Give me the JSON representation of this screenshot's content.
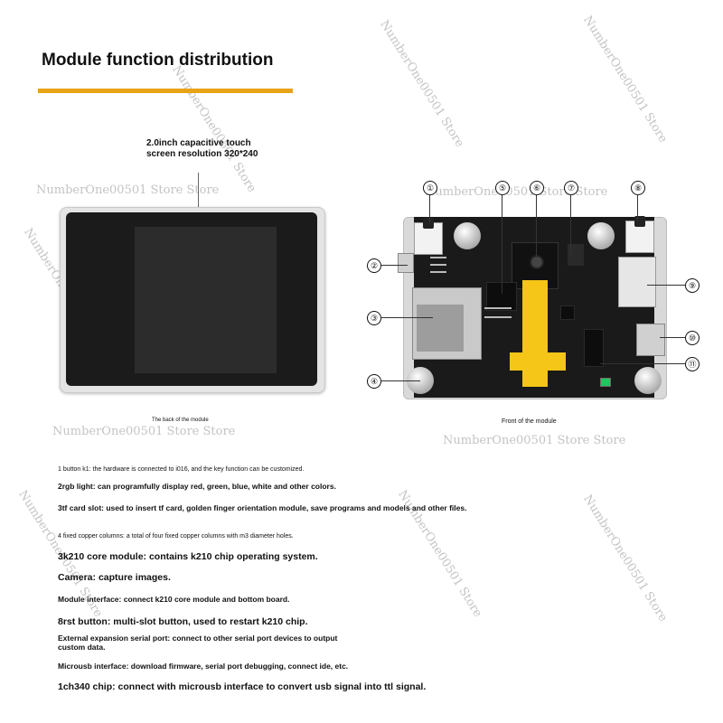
{
  "title": "Module function distribution",
  "colors": {
    "accent": "#e8a317",
    "ribbon": "#f5c518",
    "led": "#22c55e"
  },
  "screen_label": "2.0inch capacitive touch screen resolution 320*240",
  "captions": {
    "back": "The back of the module",
    "front": "Front of the module"
  },
  "callouts": [
    "①",
    "②",
    "③",
    "④",
    "⑤",
    "⑥",
    "⑦",
    "⑧",
    "⑨",
    "⑩",
    "⑪"
  ],
  "descriptions": [
    "1 button k1: the hardware is connected to i016, and the key function can be customized.",
    "2rgb light: can programfully display red, green, blue, white and other colors.",
    "3tf card slot: used to insert tf card, golden finger orientation module, save programs and models and other files.",
    "4 fixed copper columns: a total of four fixed copper columns with m3 diameter holes.",
    "3k210 core module: contains k210 chip operating system.",
    "Camera: capture images.",
    "Module interface: connect k210 core module and bottom board.",
    "8rst button: multi-slot button, used to restart k210 chip.",
    "External expansion serial port: connect to other serial port devices to output custom data.",
    "Microusb interface: download firmware, serial port debugging, connect ide, etc.",
    "1ch340 chip: connect with microusb interface to convert usb signal into ttl signal."
  ],
  "watermark": {
    "text1": "NumberOne00501 Store Store",
    "text2": "NumberOne00501 Store"
  }
}
